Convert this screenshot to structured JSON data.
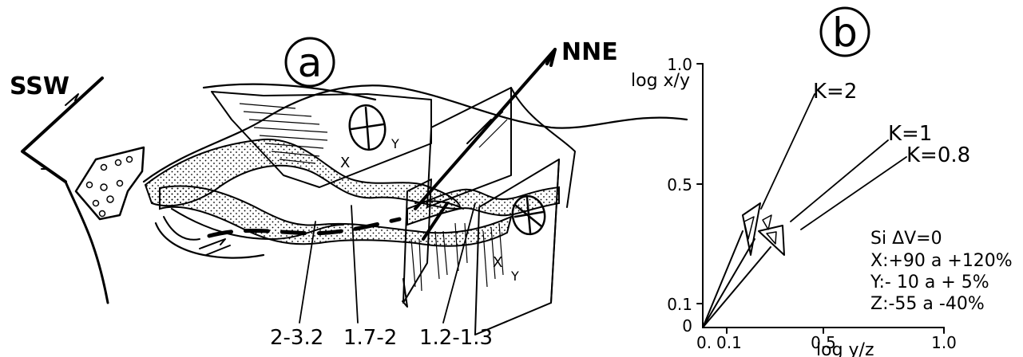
{
  "panel_a": {
    "letter": "a",
    "direction_left": "SSW",
    "direction_right": "NNE",
    "ellipse_labels": {
      "x": "X",
      "y": "Y"
    },
    "ratio_labels": [
      "2-3.2",
      "1.7-2",
      "1.2-1.3"
    ]
  },
  "panel_b": {
    "letter": "b",
    "y_axis_label": "log x/y",
    "x_axis_label": "log y/z",
    "y_ticks": [
      "1.0",
      "0.5",
      "0.1",
      "0"
    ],
    "x_ticks": [
      "0.",
      "0.1",
      "0.5",
      "1.0"
    ],
    "k_lines": [
      "K=2",
      "K=1",
      "K=0.8"
    ],
    "legend": {
      "title": "Si ΔV=0",
      "x": "X:+90 a +120%",
      "y": "Y:- 10 a + 5%",
      "z": "Z:-55 a -40%"
    }
  },
  "colors": {
    "ink": "#000000",
    "paper": "#ffffff"
  }
}
